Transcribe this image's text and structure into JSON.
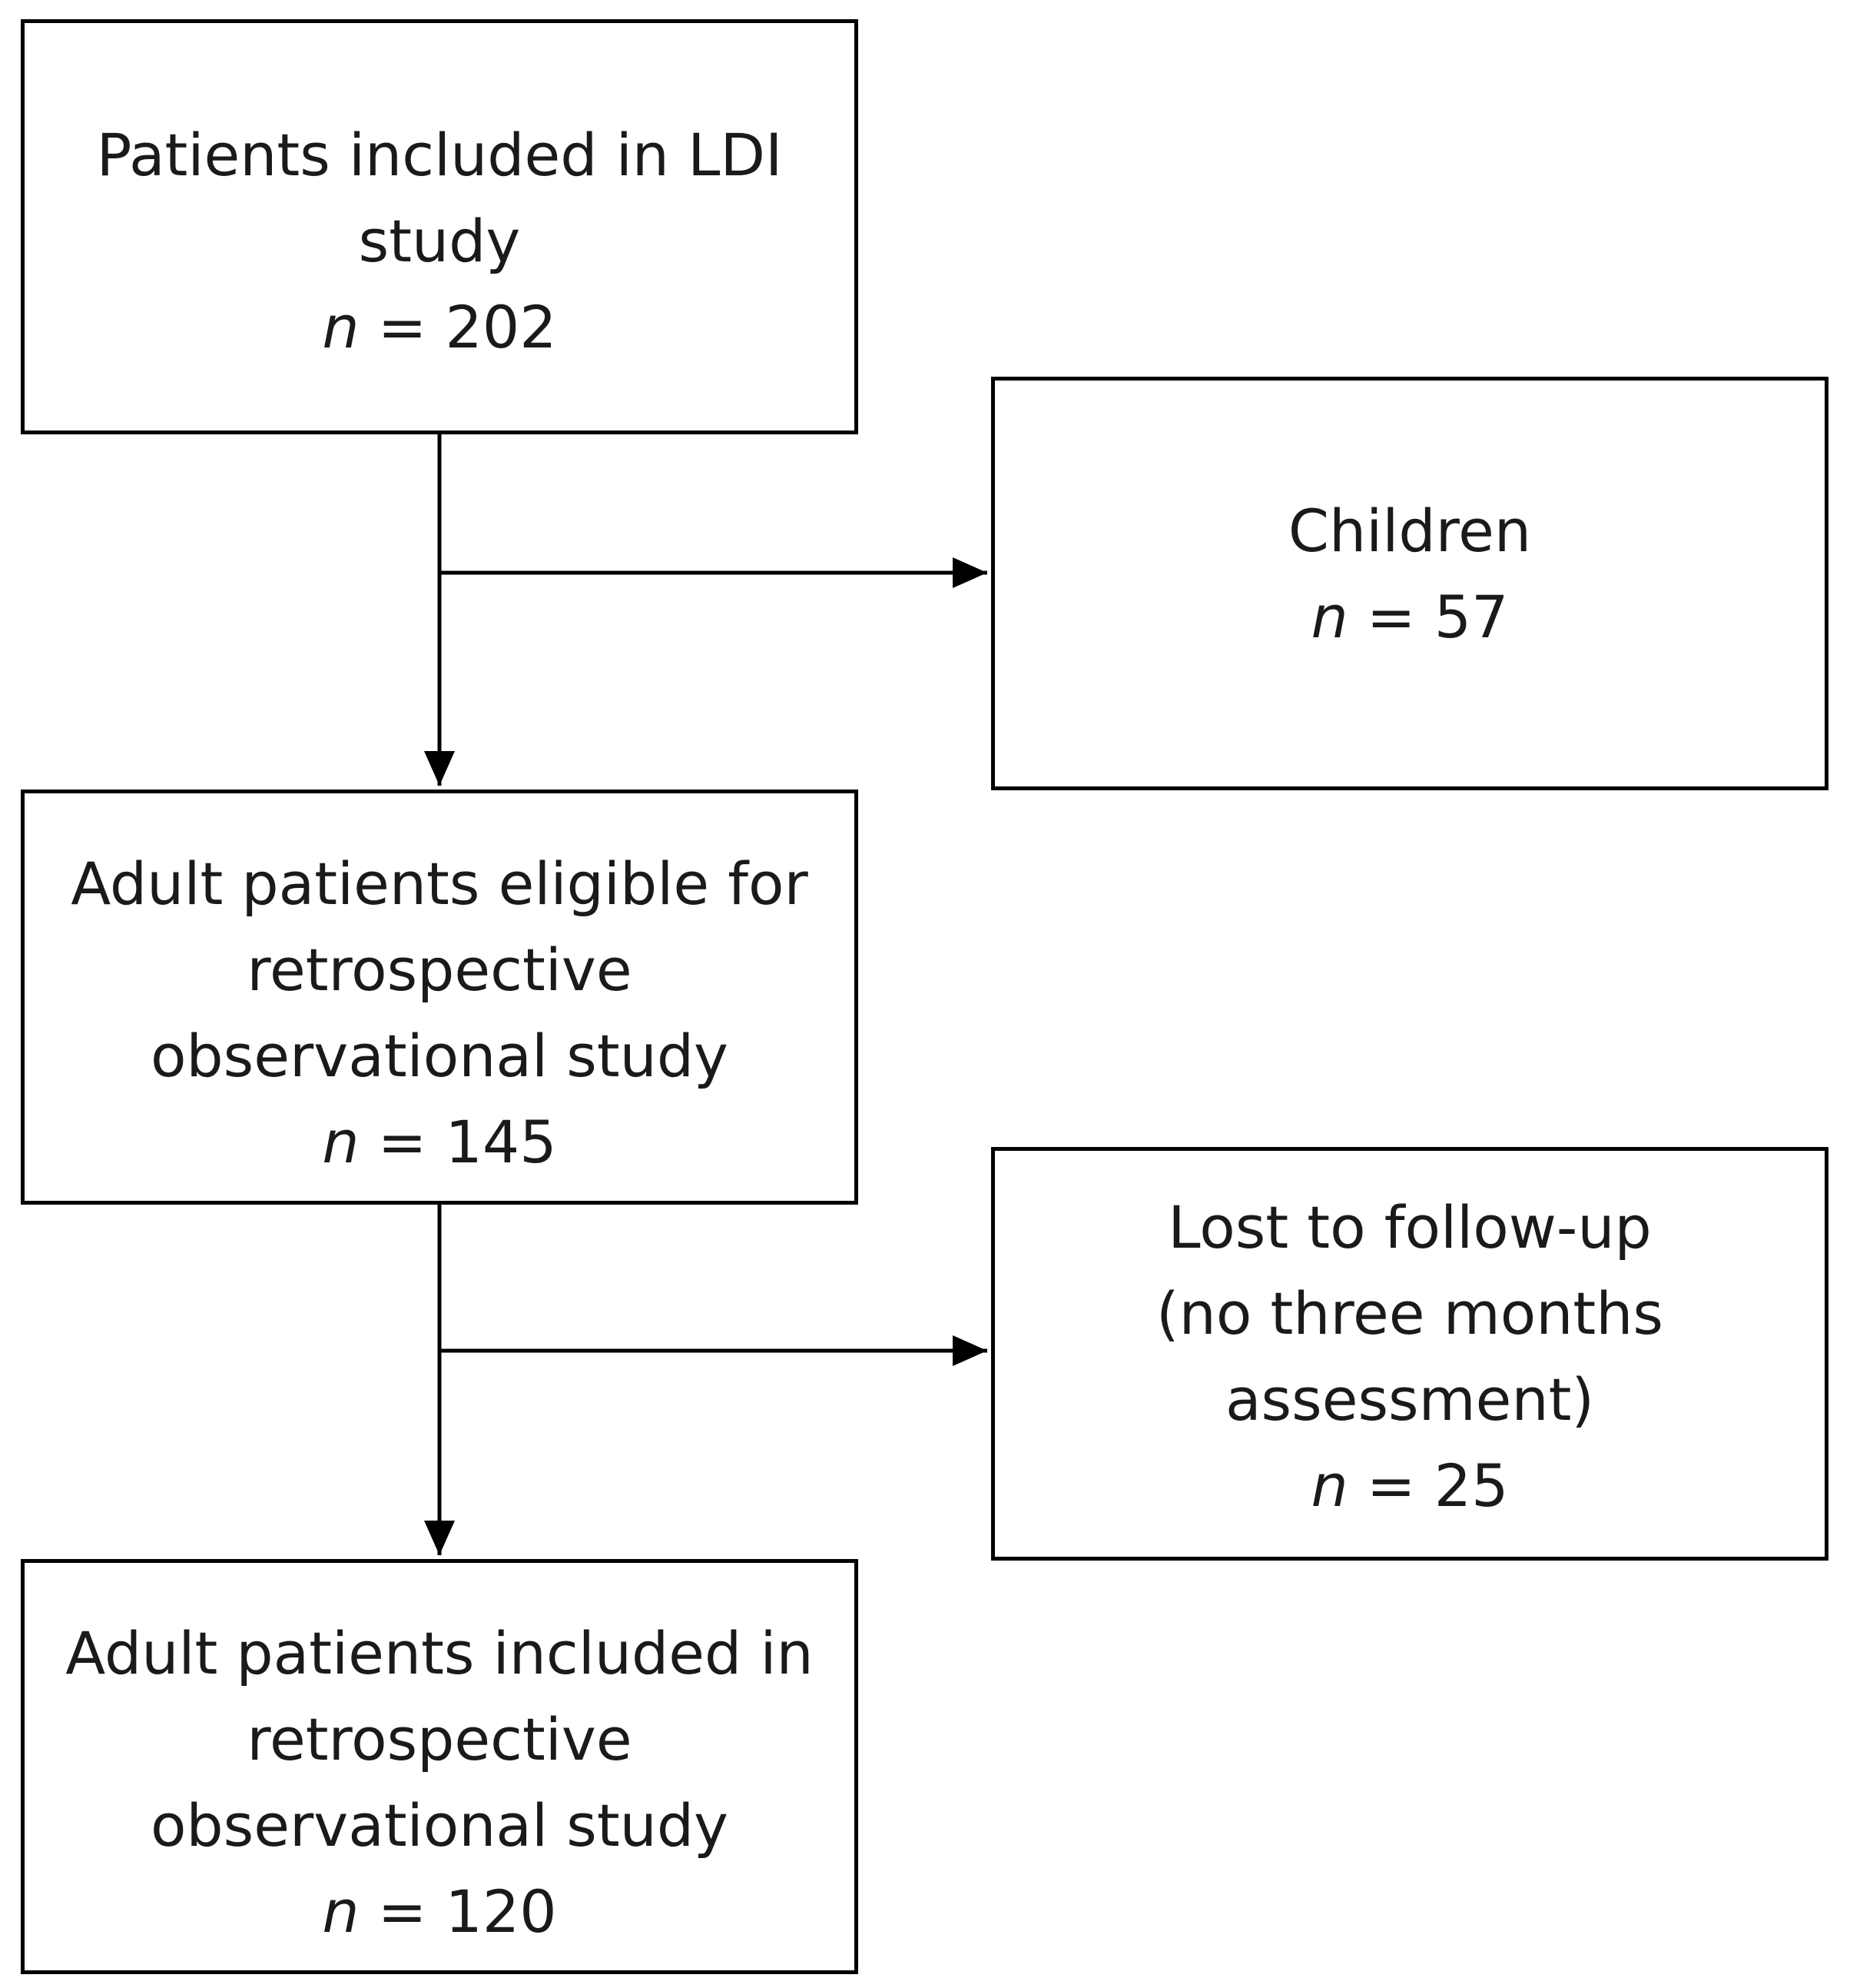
{
  "diagram": {
    "nodes": {
      "patients_ldi": {
        "lines": [
          "Patients included in LDI",
          "study"
        ],
        "n_label": "n",
        "n_value": "= 202"
      },
      "children": {
        "lines": [
          "Children"
        ],
        "n_label": "n",
        "n_value": "= 57"
      },
      "eligible": {
        "lines": [
          "Adult patients eligible for",
          "retrospective",
          "observational study"
        ],
        "n_label": "n",
        "n_value": "= 145"
      },
      "lost": {
        "lines": [
          "Lost to follow-up",
          "(no three months",
          "assessment)"
        ],
        "n_label": "n",
        "n_value": "= 25"
      },
      "included": {
        "lines": [
          "Adult patients included in",
          "retrospective",
          "observational study"
        ],
        "n_label": "n",
        "n_value": "= 120"
      }
    },
    "edges": [
      {
        "from": "patients_ldi",
        "to": "eligible"
      },
      {
        "from": "patients_ldi",
        "to": "children"
      },
      {
        "from": "eligible",
        "to": "included"
      },
      {
        "from": "eligible",
        "to": "lost"
      }
    ]
  }
}
